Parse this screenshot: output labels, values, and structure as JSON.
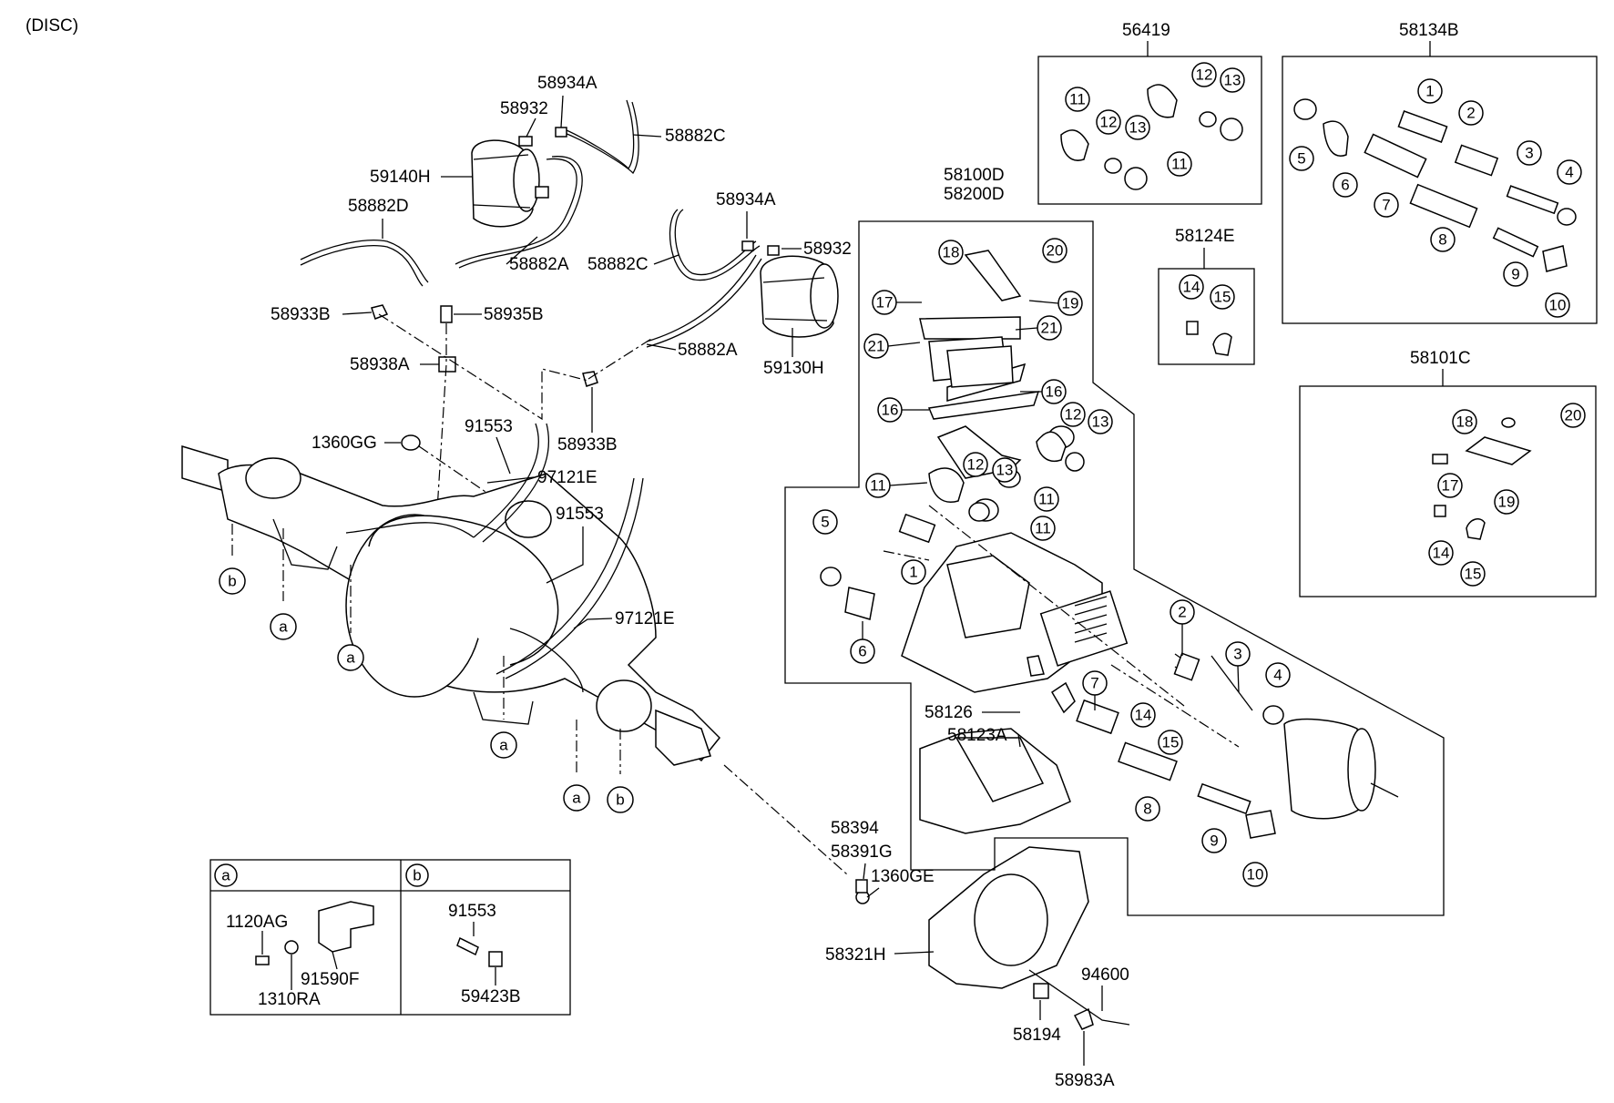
{
  "header": {
    "title": "(DISC)"
  },
  "part_labels": {
    "p58934A_top": "58934A",
    "p58932_top": "58932",
    "p58882C_top": "58882C",
    "p59140H": "59140H",
    "p58882D": "58882D",
    "p58882A_left": "58882A",
    "p58882C_mid": "58882C",
    "p58934A_mid": "58934A",
    "p58932_mid": "58932",
    "p58933B_left": "58933B",
    "p58935B": "58935B",
    "p58882A_mid": "58882A",
    "p59130H": "59130H",
    "p58938A": "58938A",
    "p58933B_mid": "58933B",
    "p1360GG": "1360GG",
    "p91553_top": "91553",
    "p97121E_top": "97121E",
    "p91553_mid": "91553",
    "p97121E_mid": "97121E",
    "p58394": "58394",
    "p58391G": "58391G",
    "p1360GE": "1360GE",
    "p58321H": "58321H",
    "p94600": "94600",
    "p58194": "58194",
    "p58983A": "58983A",
    "p58126": "58126",
    "p58123A": "58123A",
    "p56419": "56419",
    "p58134B": "58134B",
    "p58100D": "58100D",
    "p58200D": "58200D",
    "p58124E": "58124E",
    "p58101C": "58101C"
  },
  "detail_legend": {
    "a": {
      "tag": "a",
      "labels": [
        "1120AG",
        "91590F",
        "1310RA"
      ]
    },
    "b": {
      "tag": "b",
      "labels": [
        "91553",
        "59423B"
      ]
    }
  },
  "callouts": {
    "n1": "1",
    "n2": "2",
    "n3": "3",
    "n4": "4",
    "n5": "5",
    "n6": "6",
    "n7": "7",
    "n8": "8",
    "n9": "9",
    "n10": "10",
    "n11": "11",
    "n12": "12",
    "n13": "13",
    "n14": "14",
    "n15": "15",
    "n16": "16",
    "n17": "17",
    "n18": "18",
    "n19": "19",
    "n20": "20",
    "n21": "21",
    "a": "a",
    "b": "b"
  }
}
